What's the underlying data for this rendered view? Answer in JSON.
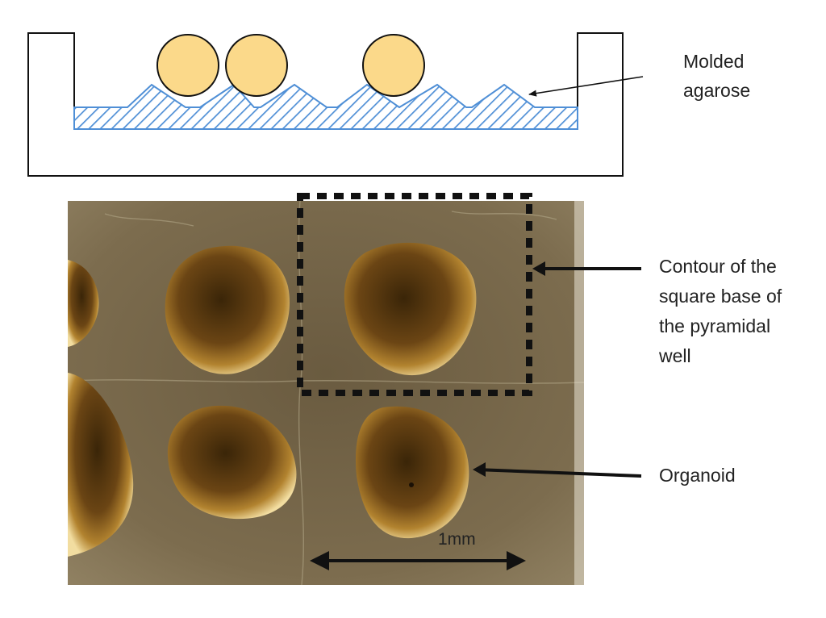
{
  "labels": {
    "molded_agarose": [
      "Molded",
      "agarose"
    ],
    "contour": [
      "Contour of the",
      "square base of",
      "the pyramidal",
      "well"
    ],
    "organoid": [
      "Organoid"
    ],
    "scale_bar": "1mm"
  },
  "colors": {
    "organoid_fill": "#fbd98a",
    "agarose_stroke": "#4f8fd6",
    "outline": "#111111",
    "photo_background": "#7a6a4c"
  }
}
